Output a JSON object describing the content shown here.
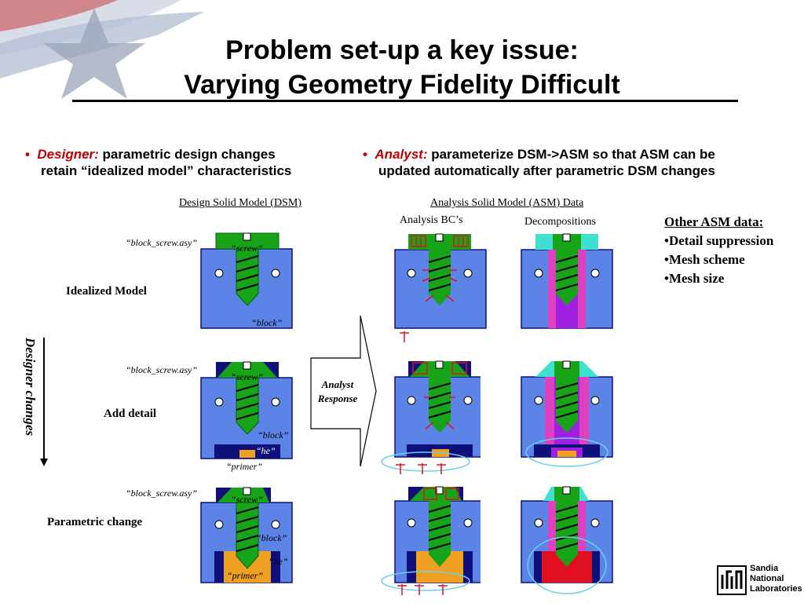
{
  "slide": {
    "title_line1": "Problem set-up a key issue:",
    "title_line2": "Varying Geometry Fidelity Difficult"
  },
  "designer_bullet": {
    "lead": "Designer:",
    "text_line1": " parametric design changes",
    "text_line2": "retain “idealized model” characteristics"
  },
  "analyst_bullet": {
    "lead": "Analyst:",
    "text_line1": " parameterize DSM->ASM so that ASM can be",
    "text_line2": "updated automatically after parametric DSM changes"
  },
  "captions": {
    "dsm": "Design Solid Model (DSM)",
    "asm": "Analysis Solid Model (ASM) Data",
    "bcs": "Analysis BC’s",
    "decomp": "Decompositions"
  },
  "other_asm": {
    "heading": "Other ASM data:",
    "items": [
      "•Detail suppression",
      "•Mesh scheme",
      "•Mesh size"
    ]
  },
  "rows": {
    "idealized": "Idealized Model",
    "add_detail": "Add detail",
    "parametric": "Parametric change"
  },
  "part_labels": {
    "asy": "“block_screw.asy”",
    "screw": "“screw”",
    "block": "“block”",
    "he": "“he”",
    "primer": "“primer”"
  },
  "designer_changes": "Designer changes",
  "analyst_response": [
    "Analyst",
    "Response"
  ],
  "logo": {
    "line1": "Sandia",
    "line2": "National",
    "line3": "Laboratories"
  },
  "colors": {
    "block": "#5b84e6",
    "screw": "#18a418",
    "navy": "#10107a",
    "orange": "#f0a020",
    "cyan": "#40e0d0",
    "magenta": "#e040c0",
    "purple": "#a020e0",
    "red": "#e01020",
    "accent": "#c00000",
    "ellipse": "#6ad0f0"
  }
}
